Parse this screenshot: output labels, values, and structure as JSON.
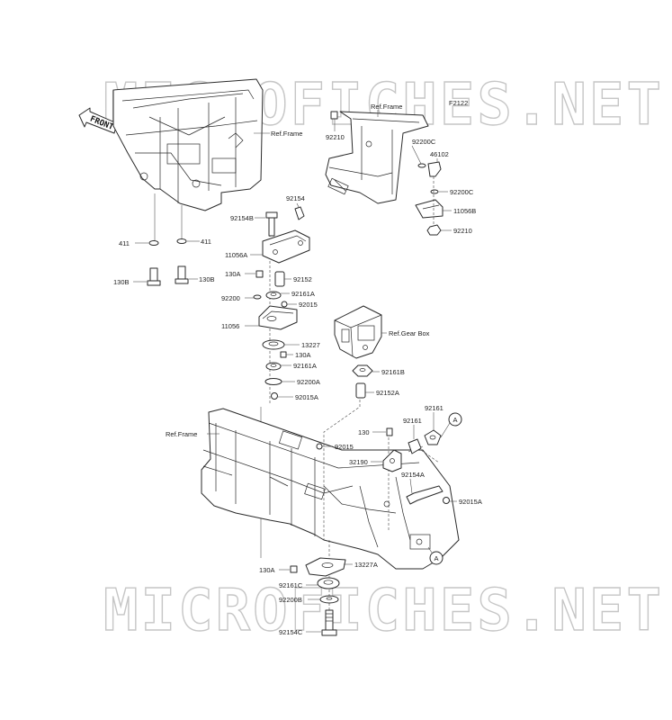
{
  "watermark": "MICROFICHES.NET",
  "code": "F2122",
  "front_label": "FRONT",
  "labels": {
    "ref_frame_top": "Ref.Frame",
    "ref_frame_right": "Ref.Frame",
    "ref_frame_bottom": "Ref.Frame",
    "ref_gear_box": "Ref.Gear Box",
    "p411_l": "411",
    "p411_r": "411",
    "p130b_l": "130B",
    "p130b_r": "130B",
    "p92154": "92154",
    "p92154b": "92154B",
    "p11056a": "11056A",
    "p130a_1": "130A",
    "p92152": "92152",
    "p92200": "92200",
    "p92161a_1": "92161A",
    "p92015_1": "92015",
    "p11056": "11056",
    "p13227": "13227",
    "p130a_2": "130A",
    "p92161a_2": "92161A",
    "p92200a": "92200A",
    "p92015a_1": "92015A",
    "p92210_l": "92210",
    "p92200c_1": "92200C",
    "p46102": "46102",
    "p92200c_2": "92200C",
    "p11056b": "11056B",
    "p92210_r": "92210",
    "p92161b": "92161B",
    "p92152a": "92152A",
    "p130": "130",
    "p92161_1": "92161",
    "p92161_2": "92161",
    "callout_a_1": "A",
    "p92015_2": "92015",
    "p32190": "32190",
    "p92154a": "92154A",
    "p92015a_2": "92015A",
    "callout_a_2": "A",
    "p130a_3": "130A",
    "p13227a": "13227A",
    "p92161c": "92161C",
    "p92200b": "92200B",
    "p92154c": "92154C"
  }
}
